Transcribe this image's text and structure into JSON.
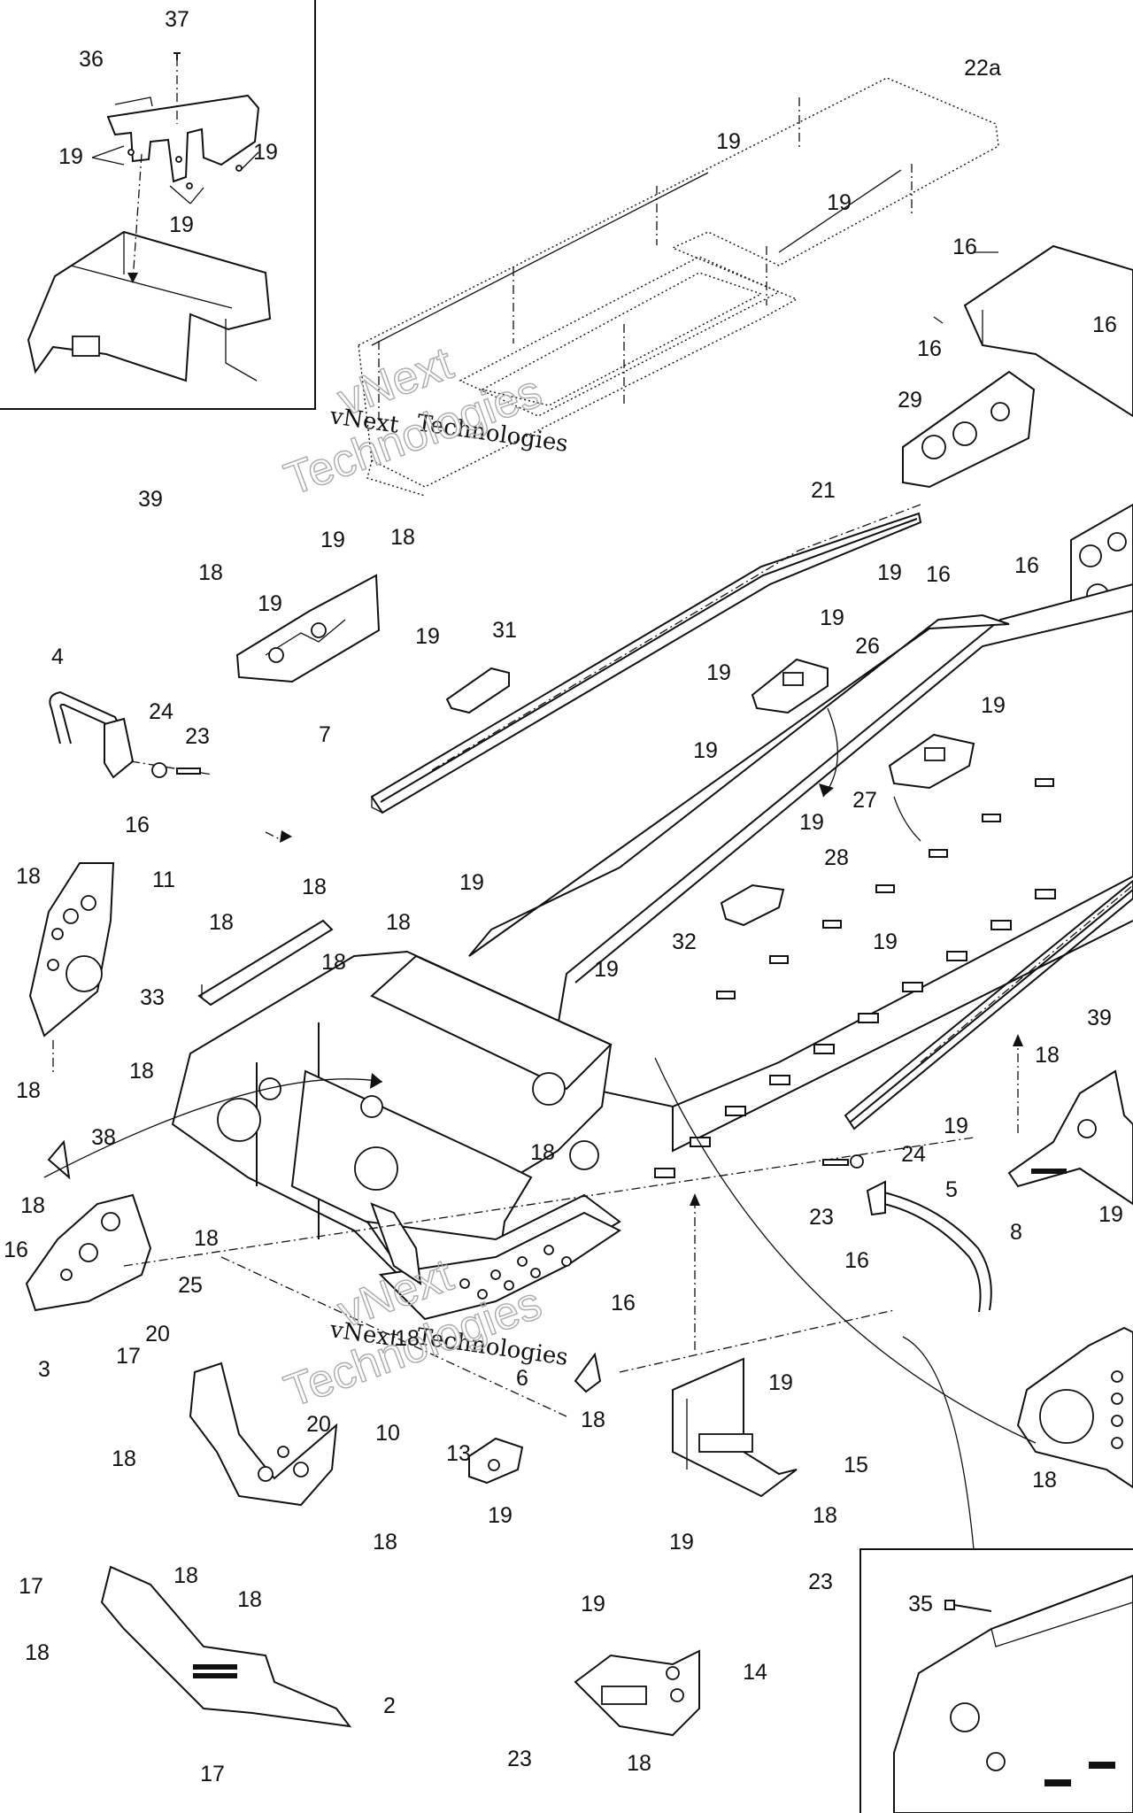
{
  "watermark": {
    "text": "vNext Technologies",
    "word1": "vNext",
    "word2": "Technologies"
  },
  "callouts": [
    {
      "id": "c37",
      "text": "37"
    },
    {
      "id": "c36",
      "text": "36"
    },
    {
      "id": "c19a",
      "text": "19"
    },
    {
      "id": "c19b",
      "text": "19"
    },
    {
      "id": "c19c",
      "text": "19"
    },
    {
      "id": "c22a",
      "text": "22a"
    },
    {
      "id": "c19d",
      "text": "19"
    },
    {
      "id": "c19e",
      "text": "19"
    },
    {
      "id": "c16a",
      "text": "16"
    },
    {
      "id": "c16b",
      "text": "16"
    },
    {
      "id": "c16c",
      "text": "16"
    },
    {
      "id": "c29",
      "text": "29"
    },
    {
      "id": "c39a",
      "text": "39"
    },
    {
      "id": "c19f",
      "text": "19"
    },
    {
      "id": "c18a",
      "text": "18"
    },
    {
      "id": "c18b",
      "text": "18"
    },
    {
      "id": "c19g",
      "text": "19"
    },
    {
      "id": "c21",
      "text": "21"
    },
    {
      "id": "c19h",
      "text": "19"
    },
    {
      "id": "c16d",
      "text": "16"
    },
    {
      "id": "c16e",
      "text": "16"
    },
    {
      "id": "c19i",
      "text": "19"
    },
    {
      "id": "c31",
      "text": "31"
    },
    {
      "id": "c7",
      "text": "7"
    },
    {
      "id": "c19j",
      "text": "19"
    },
    {
      "id": "c26",
      "text": "26"
    },
    {
      "id": "c19k",
      "text": "19"
    },
    {
      "id": "c4",
      "text": "4"
    },
    {
      "id": "c24a",
      "text": "24"
    },
    {
      "id": "c23a",
      "text": "23"
    },
    {
      "id": "c16f",
      "text": "16"
    },
    {
      "id": "c19l",
      "text": "19"
    },
    {
      "id": "c19m",
      "text": "19"
    },
    {
      "id": "c27",
      "text": "27"
    },
    {
      "id": "c19n",
      "text": "19"
    },
    {
      "id": "c28",
      "text": "28"
    },
    {
      "id": "c18c",
      "text": "18"
    },
    {
      "id": "c11",
      "text": "11"
    },
    {
      "id": "c18d",
      "text": "18"
    },
    {
      "id": "c19o",
      "text": "19"
    },
    {
      "id": "c18e",
      "text": "18"
    },
    {
      "id": "c18f",
      "text": "18"
    },
    {
      "id": "c18g",
      "text": "18"
    },
    {
      "id": "c32",
      "text": "32"
    },
    {
      "id": "c19p",
      "text": "19"
    },
    {
      "id": "c19q",
      "text": "19"
    },
    {
      "id": "c33",
      "text": "33"
    },
    {
      "id": "c18h",
      "text": "18"
    },
    {
      "id": "c39b",
      "text": "39"
    },
    {
      "id": "c18i",
      "text": "18"
    },
    {
      "id": "c18j",
      "text": "18"
    },
    {
      "id": "c19r",
      "text": "19"
    },
    {
      "id": "c38",
      "text": "38"
    },
    {
      "id": "c18k",
      "text": "18"
    },
    {
      "id": "c24b",
      "text": "24"
    },
    {
      "id": "c5",
      "text": "5"
    },
    {
      "id": "c18l",
      "text": "18"
    },
    {
      "id": "c16g",
      "text": "16"
    },
    {
      "id": "c23b",
      "text": "23"
    },
    {
      "id": "c16h",
      "text": "16"
    },
    {
      "id": "c8",
      "text": "8"
    },
    {
      "id": "c19s",
      "text": "19"
    },
    {
      "id": "c18m",
      "text": "18"
    },
    {
      "id": "c25",
      "text": "25"
    },
    {
      "id": "c16i",
      "text": "16"
    },
    {
      "id": "c20a",
      "text": "20"
    },
    {
      "id": "c3",
      "text": "3"
    },
    {
      "id": "c17a",
      "text": "17"
    },
    {
      "id": "c18n",
      "text": "18"
    },
    {
      "id": "c6",
      "text": "6"
    },
    {
      "id": "c20b",
      "text": "20"
    },
    {
      "id": "c10",
      "text": "10"
    },
    {
      "id": "c18o",
      "text": "18"
    },
    {
      "id": "c19t",
      "text": "19"
    },
    {
      "id": "c18p",
      "text": "18"
    },
    {
      "id": "c15",
      "text": "15"
    },
    {
      "id": "c13",
      "text": "13"
    },
    {
      "id": "c18q",
      "text": "18"
    },
    {
      "id": "c18r",
      "text": "18"
    },
    {
      "id": "c19u",
      "text": "19"
    },
    {
      "id": "c18s",
      "text": "18"
    },
    {
      "id": "c19v",
      "text": "19"
    },
    {
      "id": "c18t",
      "text": "18"
    },
    {
      "id": "c17b",
      "text": "17"
    },
    {
      "id": "c23c",
      "text": "23"
    },
    {
      "id": "c18u",
      "text": "18"
    },
    {
      "id": "c19w",
      "text": "19"
    },
    {
      "id": "c35",
      "text": "35"
    },
    {
      "id": "c14",
      "text": "14"
    },
    {
      "id": "c2",
      "text": "2"
    },
    {
      "id": "c23d",
      "text": "23"
    },
    {
      "id": "c18v",
      "text": "18"
    },
    {
      "id": "c17c",
      "text": "17"
    },
    {
      "id": "c18w",
      "text": "18"
    }
  ]
}
